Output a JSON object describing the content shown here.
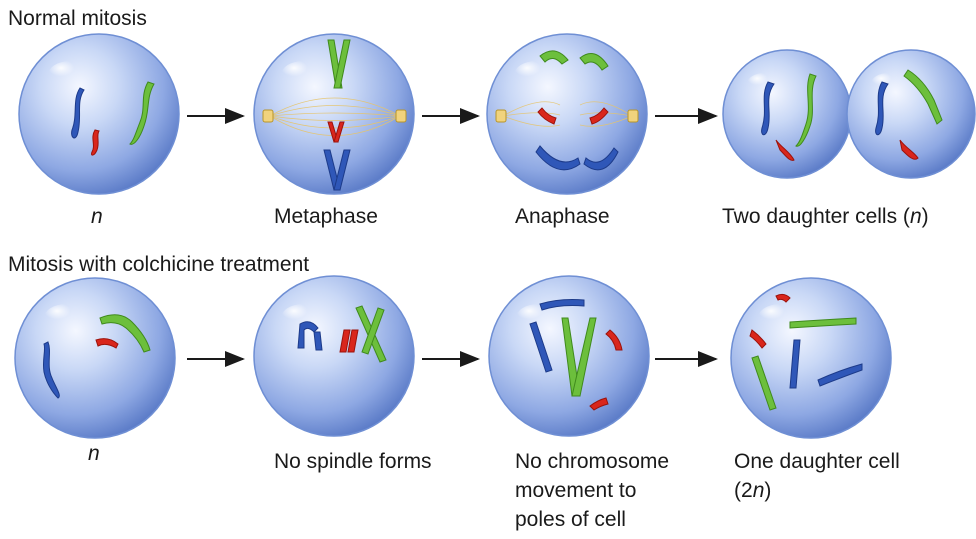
{
  "rows": [
    {
      "title": "Normal mitosis",
      "labels": {
        "n": "n",
        "metaphase": "Metaphase",
        "anaphase": "Anaphase",
        "daughters_pre": "Two daughter cells (",
        "daughters_n": "n",
        "daughters_post": ")"
      }
    },
    {
      "title": "Mitosis with colchicine treatment",
      "labels": {
        "n": "n",
        "no_spindle": "No spindle forms",
        "no_movement_1": "No chromosome",
        "no_movement_2": "movement to",
        "no_movement_3": "poles of cell",
        "one_daughter_1": "One daughter cell",
        "one_daughter_2_pre": "(2",
        "one_daughter_2_n": "n",
        "one_daughter_2_post": ")"
      }
    }
  ],
  "colors": {
    "chromosome_blue": "#2f57b8",
    "chromosome_green": "#6cbf3c",
    "chromosome_red": "#d9261c",
    "cell_fill": "#9fb8ea",
    "spindle": "#e6c46a",
    "arrow": "#1a1a1a"
  }
}
